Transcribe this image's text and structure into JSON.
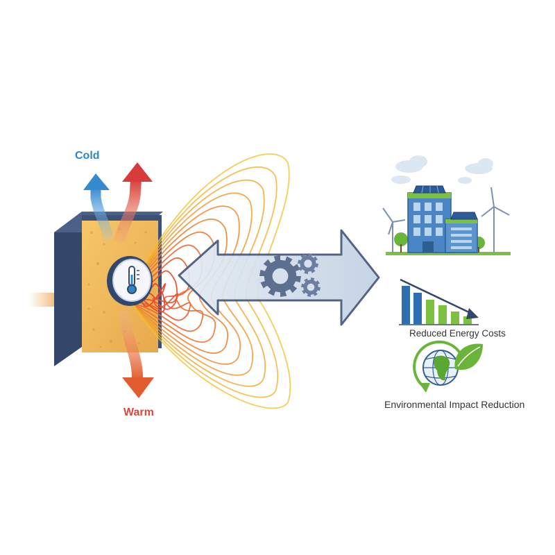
{
  "labels": {
    "cold": "Cold",
    "warm": "Warm",
    "reduced_energy_costs": "Reduced Energy Costs",
    "environmental_impact": "Environmental Impact Reduction"
  },
  "colors": {
    "cold": "#2f86c6",
    "warm": "#d9483b",
    "wave_inner": "#e8402c",
    "wave_outer": "#f2c02e",
    "panel_front": "#efb95a",
    "panel_edge": "#3b4f72",
    "arrow_fill": "#c9d6e6",
    "arrow_stroke": "#45577a",
    "bar_blue": "#2e6fb3",
    "bar_green": "#7cc142"
  },
  "icons": {
    "thermometer": "thermometer-icon",
    "gears": "gears-icon",
    "buildings": "green-buildings-icon",
    "bars": "declining-bar-chart-icon",
    "globe": "globe-leaf-icon"
  }
}
